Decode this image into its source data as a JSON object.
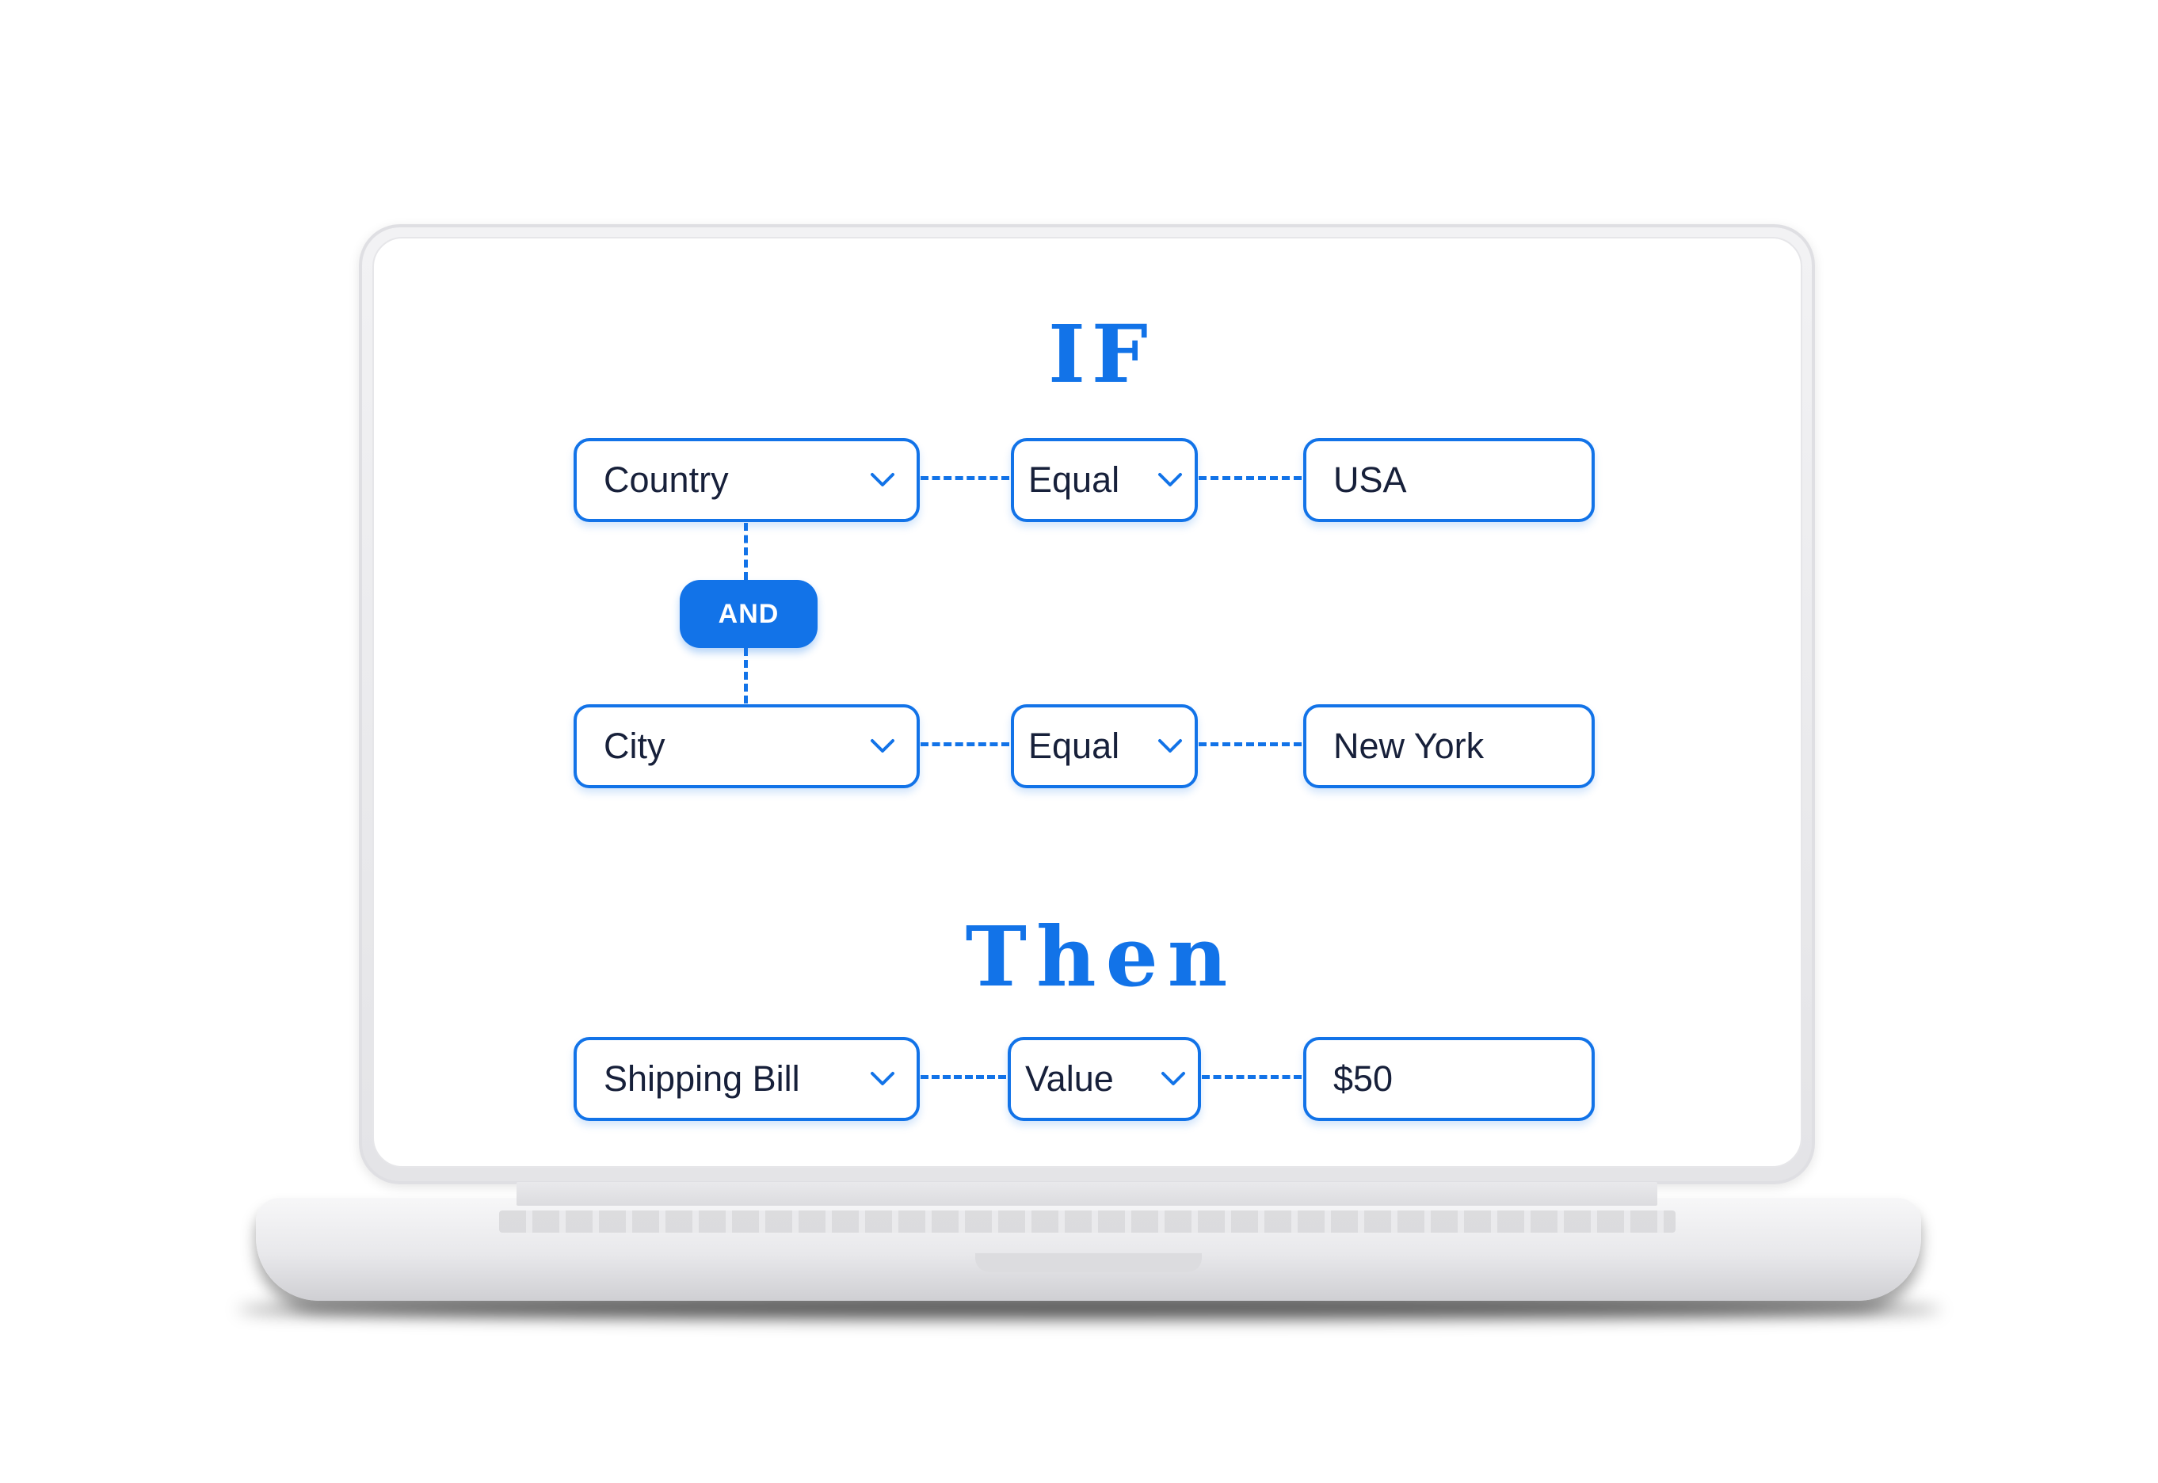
{
  "rule_editor": {
    "if_heading": "IF",
    "then_heading": "Then",
    "operator_badge": "AND",
    "conditions": [
      {
        "field": "Country",
        "operator": "Equal",
        "value": "USA"
      },
      {
        "field": "City",
        "operator": "Equal",
        "value": "New York"
      }
    ],
    "action": {
      "field": "Shipping Bill",
      "operator": "Value",
      "value": "$50"
    }
  },
  "colors": {
    "accent": "#1273e8",
    "text": "#17203a",
    "background": "#ffffff"
  },
  "icons": {
    "dropdown": "chevron-down-icon"
  }
}
